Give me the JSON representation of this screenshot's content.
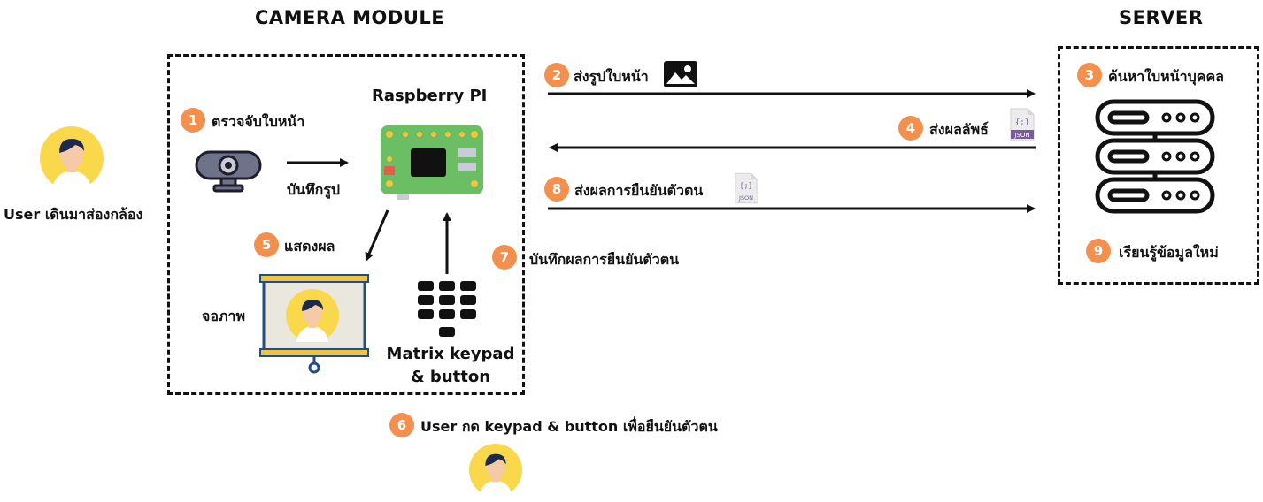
{
  "titles": {
    "camera_module": "CAMERA MODULE",
    "server": "SERVER"
  },
  "user": {
    "label": "User เดินมาส่องกล้อง"
  },
  "camera": {
    "rpi_label": "Raspberry PI",
    "capture_label": "บันทึกรูป",
    "display_label": "จอภาพ",
    "keypad_label_line1": "Matrix keypad",
    "keypad_label_line2": "& button"
  },
  "steps": [
    {
      "num": "1",
      "text": "ตรวจจับใบหน้า"
    },
    {
      "num": "2",
      "text": "ส่งรูปใบหน้า"
    },
    {
      "num": "3",
      "text": "ค้นหาใบหน้าบุคคล"
    },
    {
      "num": "4",
      "text": "ส่งผลลัพธ์"
    },
    {
      "num": "5",
      "text": "แสดงผล"
    },
    {
      "num": "6",
      "text": "User กด keypad & button เพื่อยืนยันตัวตน"
    },
    {
      "num": "7",
      "text": "บันทึกผลการยืนยันตัวตน"
    },
    {
      "num": "8",
      "text": "ส่งผลการยืนยันตัวตน"
    },
    {
      "num": "9",
      "text": "เรียนรู้ข้อมูลใหม่"
    }
  ],
  "icons": {
    "json_label": "JSON",
    "json_braces": "{;}"
  },
  "colors": {
    "badge": "#F4904E",
    "avatar_bg": "#F9D94B",
    "board": "#6BBE63",
    "screen_frame": "#1F4F8A",
    "screen_rail": "#F3C43B",
    "json_purple": "#7A5C9E"
  }
}
